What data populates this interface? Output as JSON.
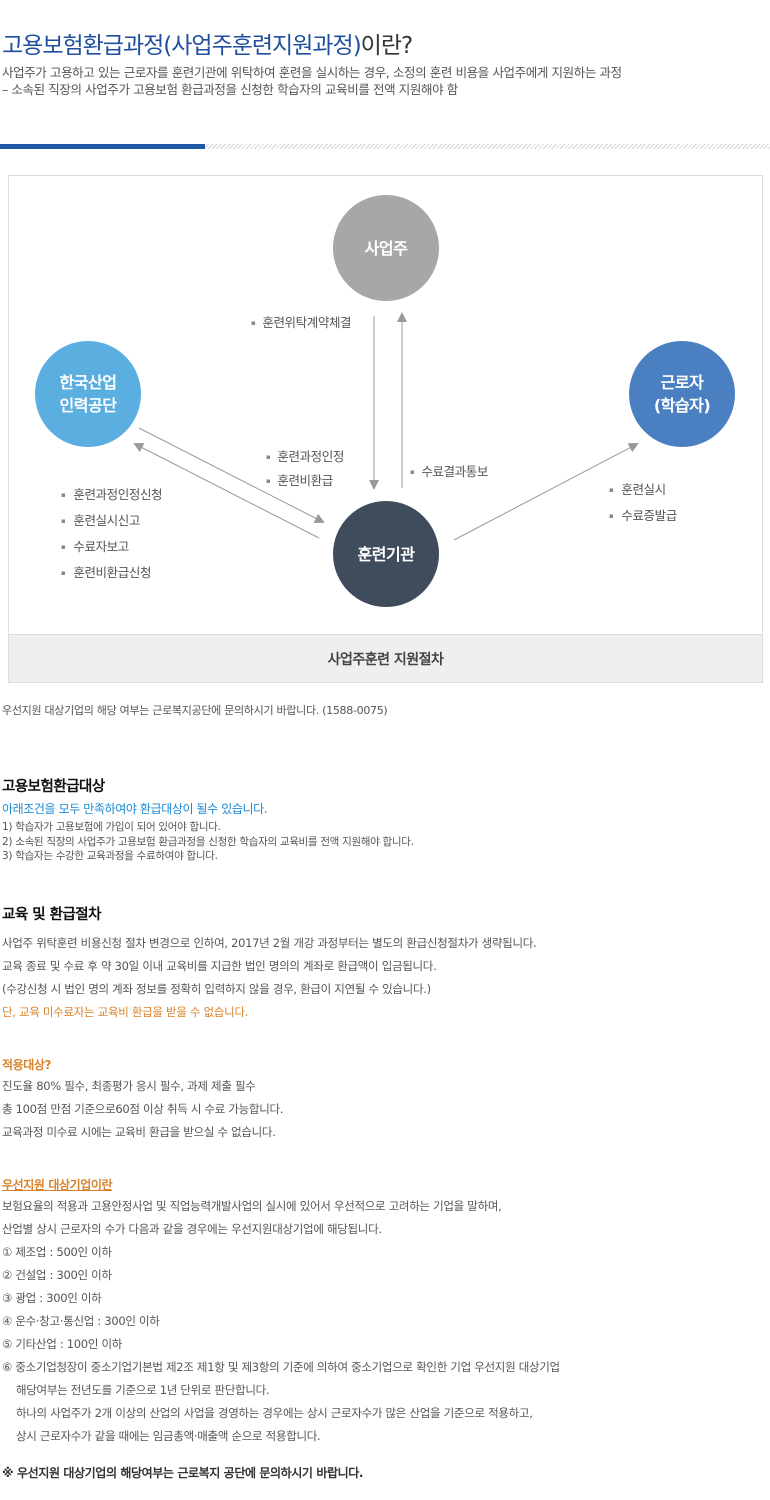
{
  "header": {
    "title_main": "고용보험환급과정(사업주훈련지원과정)",
    "title_rest": "이란?",
    "intro_line1": "사업주가 고용하고 있는 근로자를 훈련기관에 위탁하여 훈련을 실시하는 경우, 소정의 훈련 비용을 사업주에게 지원하는 과정",
    "intro_line2": "– 소속된 직장의 사업주가 고용보험 환급과정을 신청한 학습자의 교육비를 전액 지원해야 함"
  },
  "diagram": {
    "nodes": {
      "owner": "사업주",
      "hrd": "한국산업\n인력공단",
      "worker": "근로자\n(학습자)",
      "institution": "훈련기관"
    },
    "labels": {
      "contract": "훈련위탁계약체결",
      "approve": [
        "훈련과정인정",
        "훈련비환급"
      ],
      "notify": "수료결과통보",
      "hrd_items": [
        "훈련과정인정신청",
        "훈련실시신고",
        "수료자보고",
        "훈련비환급신청"
      ],
      "worker_items": [
        "훈련실시",
        "수료증발급"
      ]
    },
    "caption": "사업주훈련 지원절차"
  },
  "inquiry_note": "우선지원 대상기업의 해당 여부는 근로복지공단에 문의하시기 바랍니다. (1588-0075)",
  "eligibility": {
    "heading": "고용보험환급대상",
    "subtitle": "아래조건을 모두 만족하여야 환급대상이 될수 있습니다.",
    "items": [
      "1) 학습자가 고용보험에 가입이 되어 있어야 합니다.",
      "2) 소속된 직장의 사업주가 고용보험 환급과정을 신청한 학습자의 교육비를 전액 지원해야 합니다.",
      "3) 학습자는 수강한 교육과정을 수료하여야 합니다."
    ]
  },
  "procedure": {
    "heading": "교육 및 환급절차",
    "lines": [
      "사업주 위탁훈련 비용신청 절차 변경으로 인하여, 2017년 2월 개강 과정부터는 별도의 환급신청절차가 생략됩니다.",
      "교육 종료 및 수료 후 약 30일 이내 교육비를 지급한 법인 명의의 계좌로 환급액이 입금됩니다.",
      "(수강신청 시 법인 명의 계좌 정보를 정확히 입력하지 않을 경우, 환급이 지연될 수 있습니다.)"
    ],
    "warning": "단, 교육 미수료자는 교육비 환급을 받을 수 없습니다."
  },
  "applicable": {
    "heading": "적용대상?",
    "lines": [
      "진도율  80% 필수, 최종평가 응시 필수, 과제 제출 필수",
      "총 100점 만점 기준으로60점 이상 취득 시 수료 가능합니다.",
      "교육과정 미수료 시에는 교육비 환급을 받으실 수 없습니다."
    ]
  },
  "priority": {
    "heading": "우선지원 대상기업이란",
    "lines": [
      "보험요율의 적용과 고용안정사업 및 직업능력개발사업의 실시에 있어서 우선적으로 고려하는 기업을 말하며,",
      "산업별 상시 근로자의 수가 다음과 같을 경우에는 우선지원대상기업에 해당됩니다.",
      "① 제조업 : 500인 이하",
      "② 건설업 : 300인 이하",
      "③ 광업 : 300인 이하",
      "④ 운수·창고·통신업 : 300인 이하",
      "⑤ 기타산업 : 100인 이하",
      "⑥ 중소기업청장이 중소기업기본법 제2조 제1항 및 제3항의 기준에 의하여 중소기업으로 확인한 기업 우선지원 대상기업"
    ],
    "indented": [
      "해당여부는 전년도를 기준으로 1년 단위로 판단합니다.",
      "하나의 사업주가 2개 이상의 산업의 사업을 경영하는 경우에는  상시 근로자수가 많은 산업을 기준으로 적용하고,",
      "상시 근로자수가 같을 때에는 임금총액·매출액 순으로 적용합니다."
    ]
  },
  "final_note": "※ 우선지원 대상기업의 해당여부는 근로복지 공단에 문의하시기 바랍니다."
}
